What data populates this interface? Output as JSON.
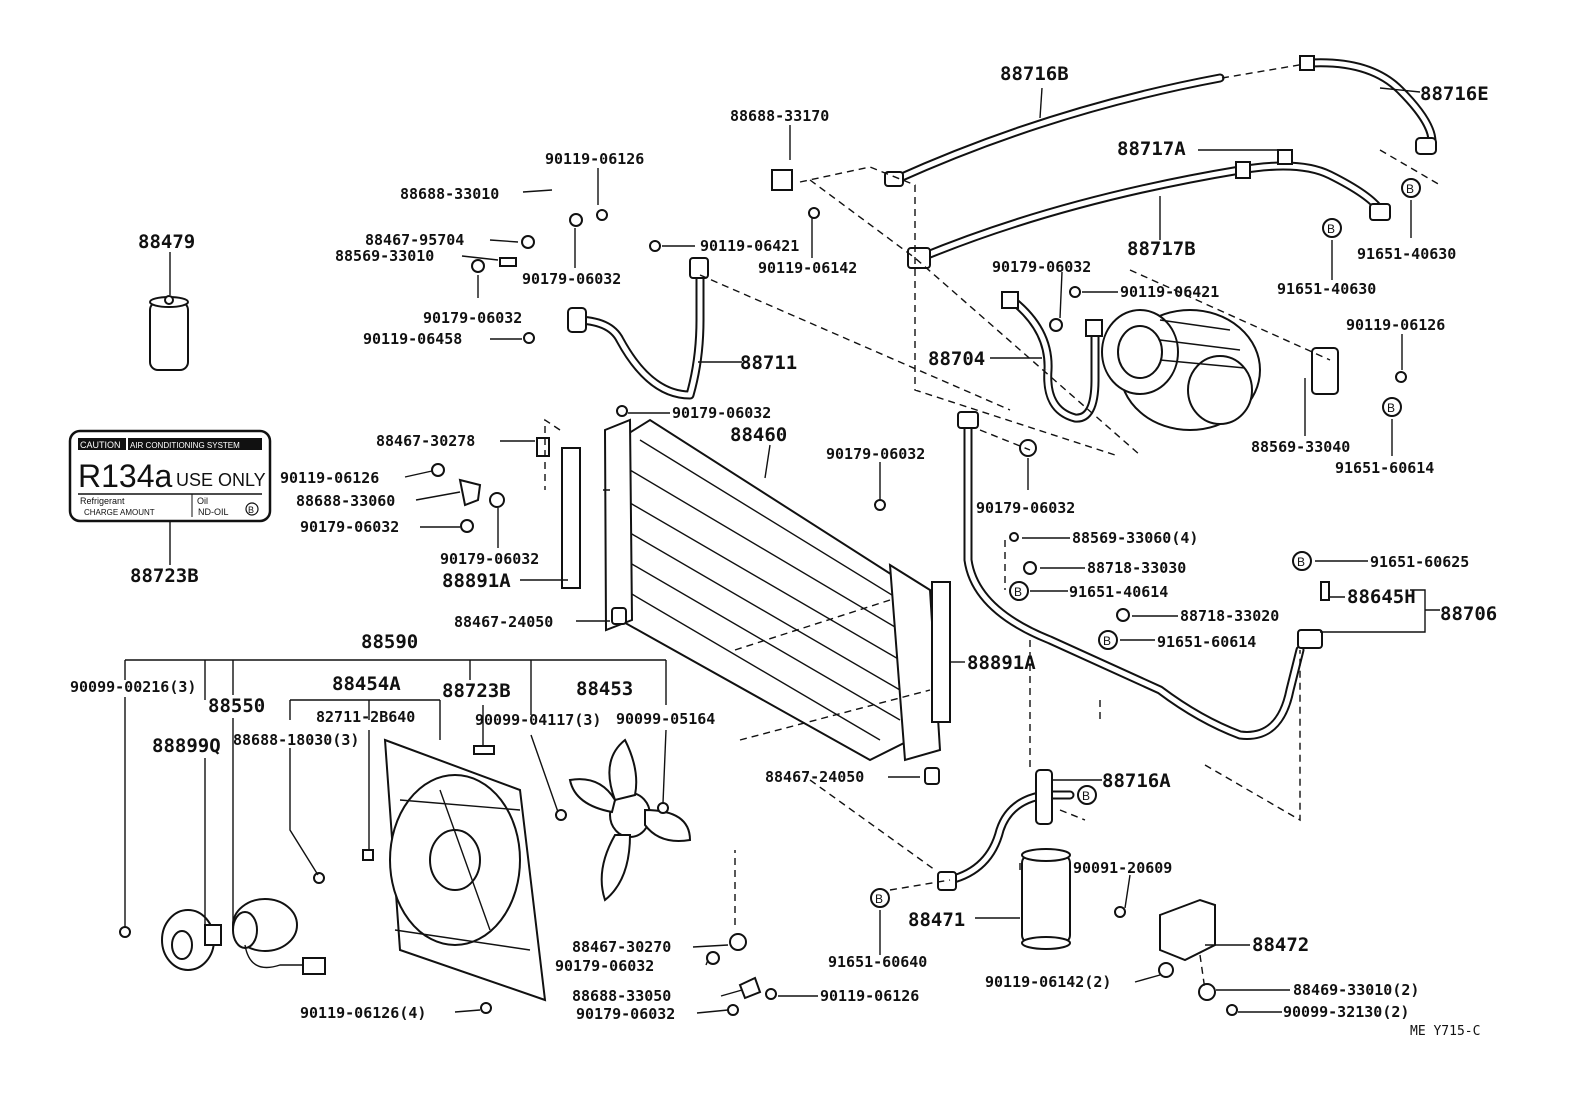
{
  "labels": {
    "p88716B": "88716B",
    "p88716E": "88716E",
    "p88688_33170": "88688-33170",
    "p88717A": "88717A",
    "p90119_06126_a": "90119-06126",
    "p88688_33010": "88688-33010",
    "p88479": "88479",
    "p88467_95704": "88467-95704",
    "p88569_33010": "88569-33010",
    "p90119_06421_a": "90119-06421",
    "p90179_06032_a": "90179-06032",
    "p90119_06142_a": "90119-06142",
    "p88717B": "88717B",
    "p91651_40630_a": "91651-40630",
    "p90179_06032_b": "90179-06032",
    "p91651_40630_b": "91651-40630",
    "p90119_06421_b": "90119-06421",
    "p90179_06032_c": "90179-06032",
    "p90119_06458": "90119-06458",
    "p88711": "88711",
    "p88704": "88704",
    "p90119_06126_b": "90119-06126",
    "p90179_06032_d": "90179-06032",
    "p88460": "88460",
    "p88467_30278": "88467-30278",
    "p88569_33040": "88569-33040",
    "p90179_06032_e": "90179-06032",
    "p91651_60614_a": "91651-60614",
    "p90119_06126_c": "90119-06126",
    "p88688_33060": "88688-33060",
    "p90179_06032_f": "90179-06032",
    "p90179_06032_g": "90179-06032",
    "p88569_33060": "88569-33060(4)",
    "p88723B_a": "88723B",
    "p90179_06032_h": "90179-06032",
    "p88718_33030": "88718-33030",
    "p91651_60625": "91651-60625",
    "p88891A_a": "88891A",
    "p91651_40614": "91651-40614",
    "p88645H": "88645H",
    "p88718_33020": "88718-33020",
    "p88706": "88706",
    "p88467_24050_a": "88467-24050",
    "p91651_60614_b": "91651-60614",
    "p88590": "88590",
    "p88891A_b": "88891A",
    "p90099_00216": "90099-00216(3)",
    "p88454A": "88454A",
    "p88723B_b": "88723B",
    "p88453": "88453",
    "p88550": "88550",
    "p82711_2B640": "82711-2B640",
    "p90099_04117": "90099-04117(3)",
    "p90099_05164": "90099-05164",
    "p88899Q": "88899Q",
    "p88688_18030": "88688-18030(3)",
    "p88467_24050_b": "88467-24050",
    "p88716A": "88716A",
    "p90091_20609": "90091-20609",
    "p88471": "88471",
    "p88472": "88472",
    "p88467_30270": "88467-30270",
    "p90179_06032_i": "90179-06032",
    "p91651_60640": "91651-60640",
    "p88688_33050": "88688-33050",
    "p90119_06126_d": "90119-06126",
    "p90119_06142_b": "90119-06142(2)",
    "p88469_33010": "88469-33010(2)",
    "p90119_06126_e": "90119-06126(4)",
    "p90179_06032_j": "90179-06032",
    "p90099_32130": "90099-32130(2)",
    "ref_code": "ME Y715-C"
  },
  "decal": {
    "caution": "CAUTION",
    "system": "AIR CONDITIONING SYSTEM",
    "refrigerant": "R134a",
    "use_only": "USE ONLY",
    "refrigerant_label": "Refrigerant",
    "charge_label": "CHARGE AMOUNT",
    "oil_label": "Oil",
    "oil_type": "ND-OIL",
    "b_mark": "B"
  },
  "bolt_mark": "B"
}
